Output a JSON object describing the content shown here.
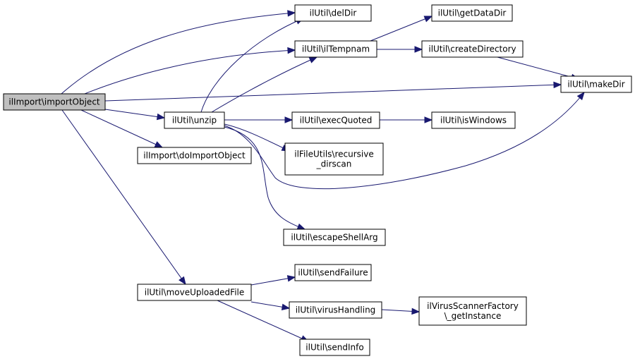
{
  "diagram": {
    "nodes": {
      "importObject": {
        "lines": [
          "ilImport\\importObject"
        ],
        "root": true
      },
      "delDir": {
        "lines": [
          "ilUtil\\delDir"
        ]
      },
      "ilTempnam": {
        "lines": [
          "ilUtil\\ilTempnam"
        ]
      },
      "getDataDir": {
        "lines": [
          "ilUtil\\getDataDir"
        ]
      },
      "createDirectory": {
        "lines": [
          "ilUtil\\createDirectory"
        ]
      },
      "makeDir": {
        "lines": [
          "ilUtil\\makeDir"
        ]
      },
      "unzip": {
        "lines": [
          "ilUtil\\unzip"
        ]
      },
      "execQuoted": {
        "lines": [
          "ilUtil\\execQuoted"
        ]
      },
      "isWindows": {
        "lines": [
          "ilUtil\\isWindows"
        ]
      },
      "doImportObject": {
        "lines": [
          "ilImport\\doImportObject"
        ]
      },
      "recursiveDirscan": {
        "lines": [
          "ilFileUtils\\recursive",
          "_dirscan"
        ]
      },
      "escapeShellArg": {
        "lines": [
          "ilUtil\\escapeShellArg"
        ]
      },
      "moveUploadedFile": {
        "lines": [
          "ilUtil\\moveUploadedFile"
        ]
      },
      "sendFailure": {
        "lines": [
          "ilUtil\\sendFailure"
        ]
      },
      "virusHandling": {
        "lines": [
          "ilUtil\\virusHandling"
        ]
      },
      "getInstance": {
        "lines": [
          "ilVirusScannerFactory",
          "\\_getInstance"
        ]
      },
      "sendInfo": {
        "lines": [
          "ilUtil\\sendInfo"
        ]
      }
    },
    "edges": [
      {
        "from": "importObject",
        "to": "delDir"
      },
      {
        "from": "importObject",
        "to": "ilTempnam"
      },
      {
        "from": "importObject",
        "to": "makeDir"
      },
      {
        "from": "importObject",
        "to": "unzip"
      },
      {
        "from": "importObject",
        "to": "doImportObject"
      },
      {
        "from": "importObject",
        "to": "moveUploadedFile"
      },
      {
        "from": "ilTempnam",
        "to": "getDataDir"
      },
      {
        "from": "ilTempnam",
        "to": "createDirectory"
      },
      {
        "from": "createDirectory",
        "to": "makeDir"
      },
      {
        "from": "unzip",
        "to": "delDir"
      },
      {
        "from": "unzip",
        "to": "ilTempnam"
      },
      {
        "from": "unzip",
        "to": "execQuoted"
      },
      {
        "from": "unzip",
        "to": "recursiveDirscan"
      },
      {
        "from": "unzip",
        "to": "makeDir"
      },
      {
        "from": "unzip",
        "to": "escapeShellArg"
      },
      {
        "from": "execQuoted",
        "to": "isWindows"
      },
      {
        "from": "moveUploadedFile",
        "to": "sendFailure"
      },
      {
        "from": "moveUploadedFile",
        "to": "virusHandling"
      },
      {
        "from": "moveUploadedFile",
        "to": "sendInfo"
      },
      {
        "from": "virusHandling",
        "to": "getInstance"
      }
    ]
  }
}
